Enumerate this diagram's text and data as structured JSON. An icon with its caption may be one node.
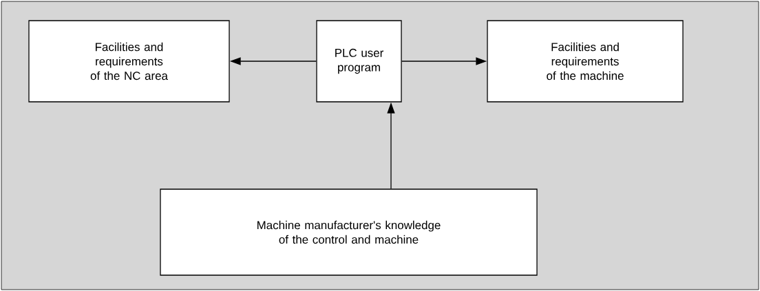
{
  "diagram": {
    "nodes": [
      {
        "text": [
          "Facilities and requirements of the NC area"
        ]
      },
      {
        "text": [
          "PLC user program"
        ]
      },
      {
        "text": [
          "Facilities and requirements of the machine"
        ]
      },
      {
        "text": [
          "Machine manufacturer's knowledge of the control and machine"
        ]
      }
    ],
    "edges": [
      {
        "from": 1,
        "to": 0,
        "arrow": "to"
      },
      {
        "from": 1,
        "to": 2,
        "arrow": "to"
      },
      {
        "from": 3,
        "to": 1,
        "arrow": "to"
      }
    ]
  }
}
